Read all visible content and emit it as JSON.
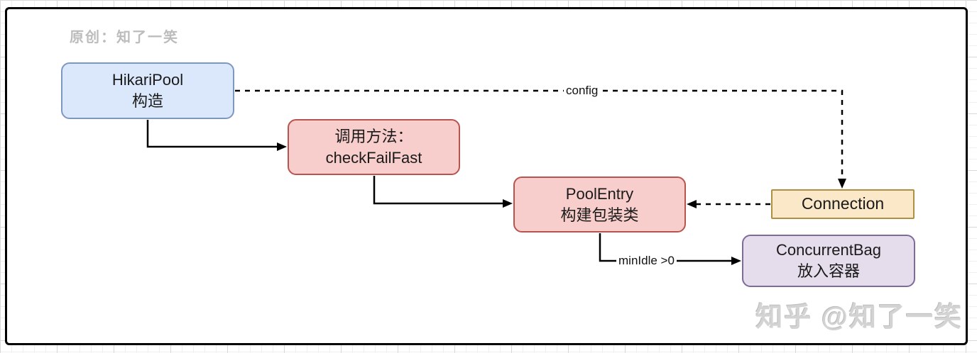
{
  "watermarks": {
    "top_left": "原创：知了一笑",
    "bottom_right": "知乎 @知了一笑"
  },
  "colors": {
    "node_blue_fill": "#dbe8fb",
    "node_blue_border": "#7e97bd",
    "node_red_fill": "#f8cecc",
    "node_red_border": "#b85450",
    "node_yellow_fill": "#fae8c8",
    "node_yellow_border": "#ad9143",
    "node_purple_fill": "#e5dcec",
    "node_purple_border": "#7d6b99",
    "edge_color": "#000000",
    "panel_border": "#000000"
  },
  "nodes": [
    {
      "id": "hikaripool",
      "line1": "HikariPool",
      "line2": "构造",
      "color": "blue"
    },
    {
      "id": "checkfailfast",
      "line1": "调用方法：",
      "line2": "checkFailFast",
      "color": "red"
    },
    {
      "id": "poolentry",
      "line1": "PoolEntry",
      "line2": "构建包装类",
      "color": "red"
    },
    {
      "id": "connection",
      "line1": "Connection",
      "line2": "",
      "color": "yellow"
    },
    {
      "id": "concurrentbag",
      "line1": "ConcurrentBag",
      "line2": "放入容器",
      "color": "purple"
    }
  ],
  "edges": [
    {
      "from": "hikaripool",
      "to": "checkfailfast",
      "style": "solid",
      "label": ""
    },
    {
      "from": "checkfailfast",
      "to": "poolentry",
      "style": "solid",
      "label": ""
    },
    {
      "from": "hikaripool",
      "to": "connection",
      "style": "dashed",
      "label": "config"
    },
    {
      "from": "connection",
      "to": "poolentry",
      "style": "dashed",
      "label": ""
    },
    {
      "from": "poolentry",
      "to": "concurrentbag",
      "style": "solid",
      "label": "minIdle >0"
    }
  ]
}
